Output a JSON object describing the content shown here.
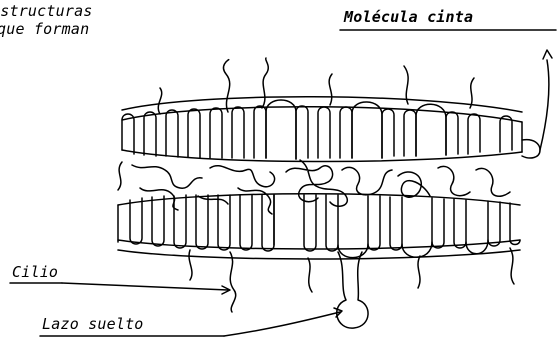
{
  "labels": {
    "title_line1": "estructuras",
    "title_line2": "que forman",
    "ribbon_molecule": "Molécula cinta",
    "cilium": "Cilio",
    "loose_loop": "Lazo suelto"
  },
  "colors": {
    "ink": "#000000",
    "background": "#ffffff"
  }
}
